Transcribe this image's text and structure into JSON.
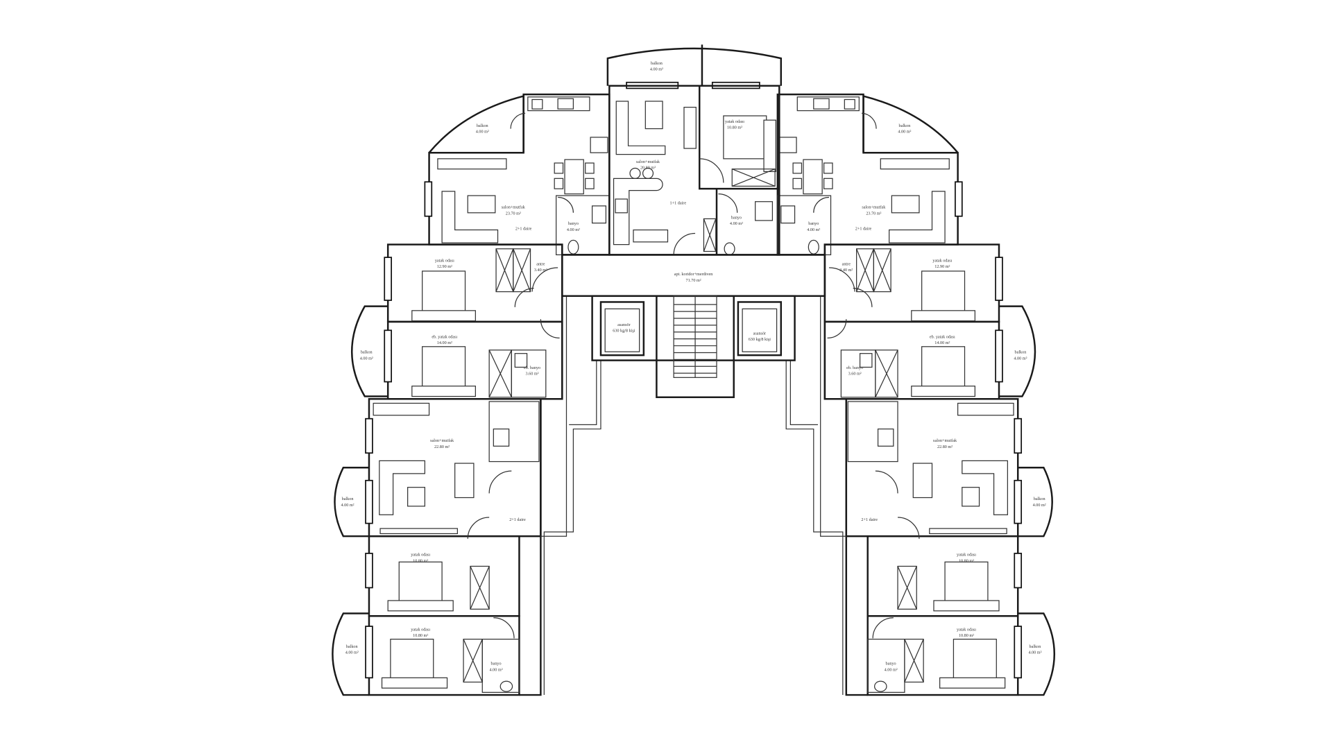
{
  "plan": {
    "labels": [
      {
        "name": "balkon",
        "area": "4.00 m²"
      },
      {
        "name": "salon+mutfak",
        "area": "20.80 m²"
      },
      {
        "name": "yatak odası",
        "area": "10.80 m²"
      },
      {
        "name": "banyo",
        "area": "4.00 m²"
      },
      {
        "name": "1+1 daire",
        "area": ""
      },
      {
        "name": "apt. koridor+merdiven",
        "area": "71.70 m²"
      },
      {
        "name": "asansör",
        "area": "630 kg/8 kişi"
      },
      {
        "name": "asansör",
        "area": "630 kg/8 kişi"
      },
      {
        "name": "balkon",
        "area": "4.00 m²"
      },
      {
        "name": "salon+mutfak",
        "area": "23.70 m²"
      },
      {
        "name": "banyo",
        "area": "4.00 m²"
      },
      {
        "name": "2+1 daire",
        "area": ""
      },
      {
        "name": "yatak odası",
        "area": "12.90 m²"
      },
      {
        "name": "eb. yatak odası",
        "area": "14.00 m²"
      },
      {
        "name": "antre",
        "area": "3.40 m²"
      },
      {
        "name": "eb. banyo",
        "area": "3.60 m²"
      },
      {
        "name": "balkon",
        "area": "4.00 m²"
      },
      {
        "name": "salon+mutfak",
        "area": "22.80 m²"
      },
      {
        "name": "2+1 daire",
        "area": ""
      },
      {
        "name": "yatak odası",
        "area": "10.80 m²"
      },
      {
        "name": "yatak odası",
        "area": "10.80 m²"
      },
      {
        "name": "banyo",
        "area": "4.00 m²"
      },
      {
        "name": "balkon",
        "area": "4.00 m²"
      },
      {
        "name": "balkon",
        "area": "4.00 m²"
      },
      {
        "name": "balkon",
        "area": "4.00 m²"
      },
      {
        "name": "salon+mutfak",
        "area": "23.70 m²"
      },
      {
        "name": "banyo",
        "area": "4.00 m²"
      },
      {
        "name": "2+1 daire",
        "area": ""
      },
      {
        "name": "yatak odası",
        "area": "12.90 m²"
      },
      {
        "name": "eb. yatak odası",
        "area": "14.00 m²"
      },
      {
        "name": "antre",
        "area": "3.40 m²"
      },
      {
        "name": "eb. banyo",
        "area": "3.60 m²"
      },
      {
        "name": "balkon",
        "area": "4.00 m²"
      },
      {
        "name": "salon+mutfak",
        "area": "22.80 m²"
      },
      {
        "name": "2+1 daire",
        "area": ""
      },
      {
        "name": "yatak odası",
        "area": "10.80 m²"
      },
      {
        "name": "yatak odası",
        "area": "10.80 m²"
      },
      {
        "name": "banyo",
        "area": "4.00 m²"
      },
      {
        "name": "balkon",
        "area": "4.00 m²"
      },
      {
        "name": "balkon",
        "area": "4.00 m²"
      }
    ]
  }
}
